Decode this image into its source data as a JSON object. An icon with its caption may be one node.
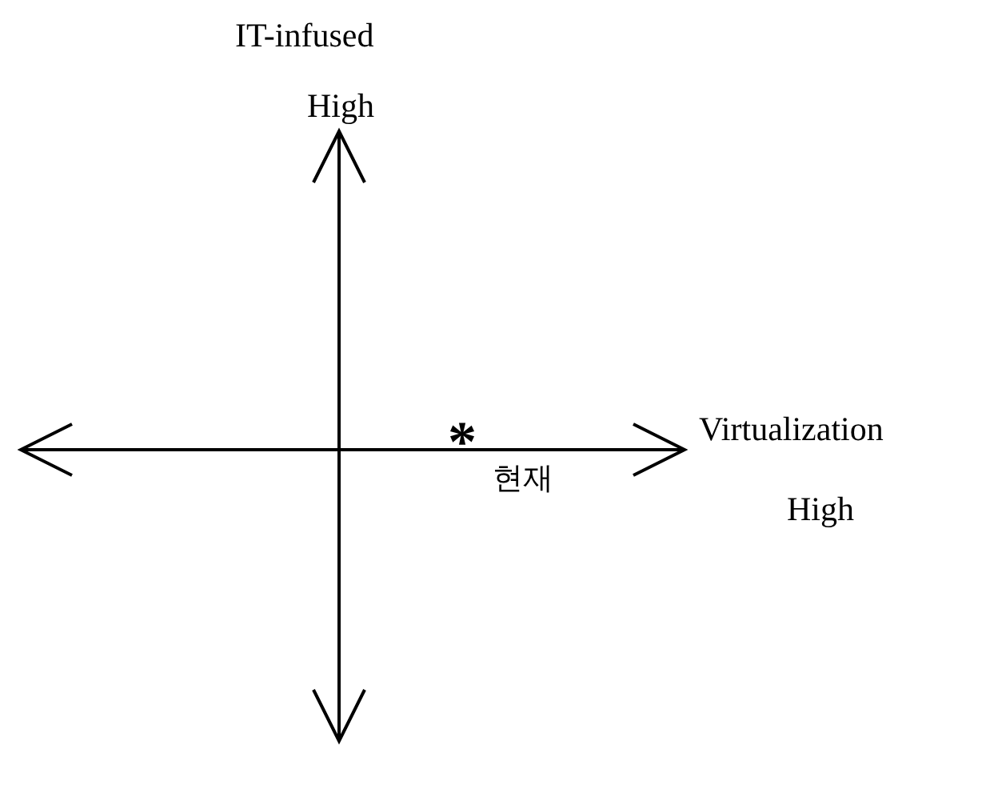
{
  "diagram": {
    "labels": [
      "IT-infused",
      "High",
      "Virtualization",
      "High",
      "*",
      "현재"
    ]
  }
}
